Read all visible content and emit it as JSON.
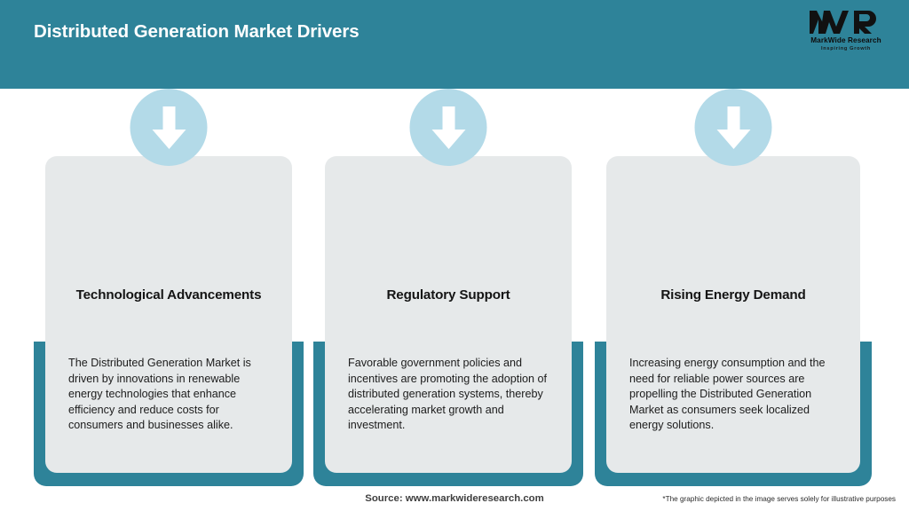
{
  "header": {
    "title": "Distributed Generation Market Drivers",
    "background_color": "#2e8399",
    "logo": {
      "mark_text": "MWR",
      "name": "MarkWide Research",
      "tagline": "Inspiring Growth"
    }
  },
  "cards": [
    {
      "icon": "arrow-down-icon",
      "title": "Technological Advancements",
      "body": "The Distributed Generation Market is driven by innovations in renewable energy technologies that enhance efficiency and reduce costs for consumers and businesses alike."
    },
    {
      "icon": "arrow-down-icon",
      "title": "Regulatory Support",
      "body": "Favorable government policies and incentives are promoting the adoption of distributed generation systems, thereby accelerating market growth and investment."
    },
    {
      "icon": "arrow-down-icon",
      "title": "Rising Energy Demand",
      "body": "Increasing energy consumption and the need for reliable power sources are propelling the Distributed Generation Market as consumers seek localized energy solutions."
    }
  ],
  "footer": {
    "source": "Source: www.markwideresearch.com",
    "disclaimer": "*The graphic depicted in the image serves solely for illustrative purposes"
  },
  "colors": {
    "accent_teal": "#2e8399",
    "icon_circle": "#b3dae8",
    "card_surface": "#e6e9ea",
    "page_background": "#ffffff"
  }
}
